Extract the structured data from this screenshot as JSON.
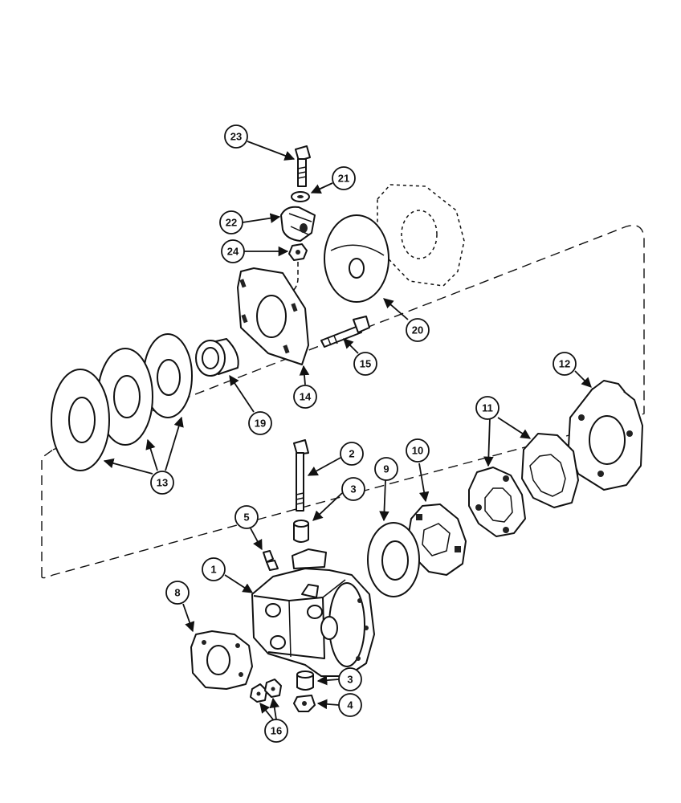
{
  "callouts": [
    {
      "id": "c23",
      "label": "23"
    },
    {
      "id": "c21",
      "label": "21"
    },
    {
      "id": "c22",
      "label": "22"
    },
    {
      "id": "c24",
      "label": "24"
    },
    {
      "id": "c20",
      "label": "20"
    },
    {
      "id": "c15",
      "label": "15"
    },
    {
      "id": "c14",
      "label": "14"
    },
    {
      "id": "c19",
      "label": "19"
    },
    {
      "id": "c13",
      "label": "13"
    },
    {
      "id": "c12",
      "label": "12"
    },
    {
      "id": "c11",
      "label": "11"
    },
    {
      "id": "c10",
      "label": "10"
    },
    {
      "id": "c9",
      "label": "9"
    },
    {
      "id": "c2",
      "label": "2"
    },
    {
      "id": "c3a",
      "label": "3"
    },
    {
      "id": "c5",
      "label": "5"
    },
    {
      "id": "c1",
      "label": "1"
    },
    {
      "id": "c8",
      "label": "8"
    },
    {
      "id": "c3b",
      "label": "3"
    },
    {
      "id": "c4",
      "label": "4"
    },
    {
      "id": "c16",
      "label": "16"
    }
  ]
}
